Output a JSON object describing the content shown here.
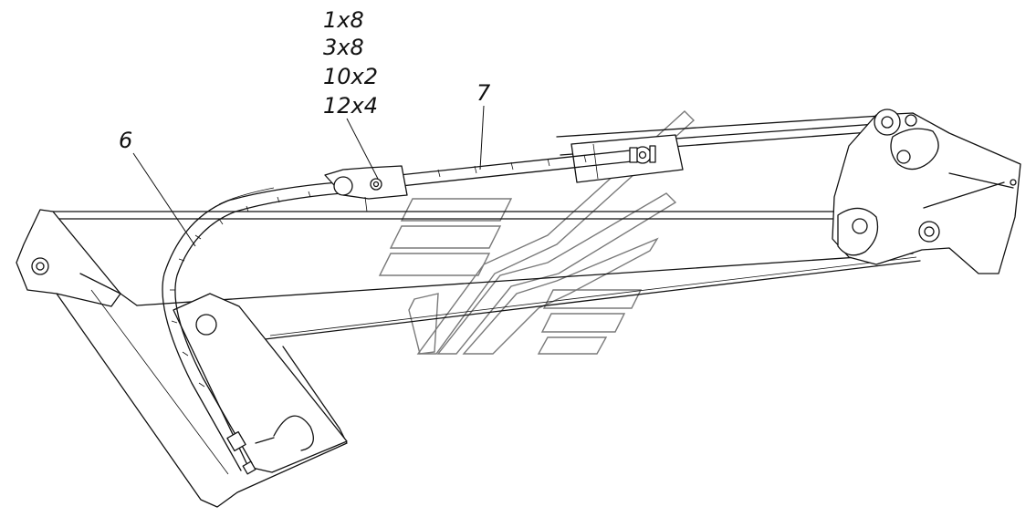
{
  "diagram": {
    "callouts": [
      {
        "id": "part-6",
        "text": "6"
      },
      {
        "id": "part-7",
        "text": "7"
      }
    ],
    "kit_list": [
      "1x8",
      "3x8",
      "10x2",
      "12x4"
    ]
  }
}
